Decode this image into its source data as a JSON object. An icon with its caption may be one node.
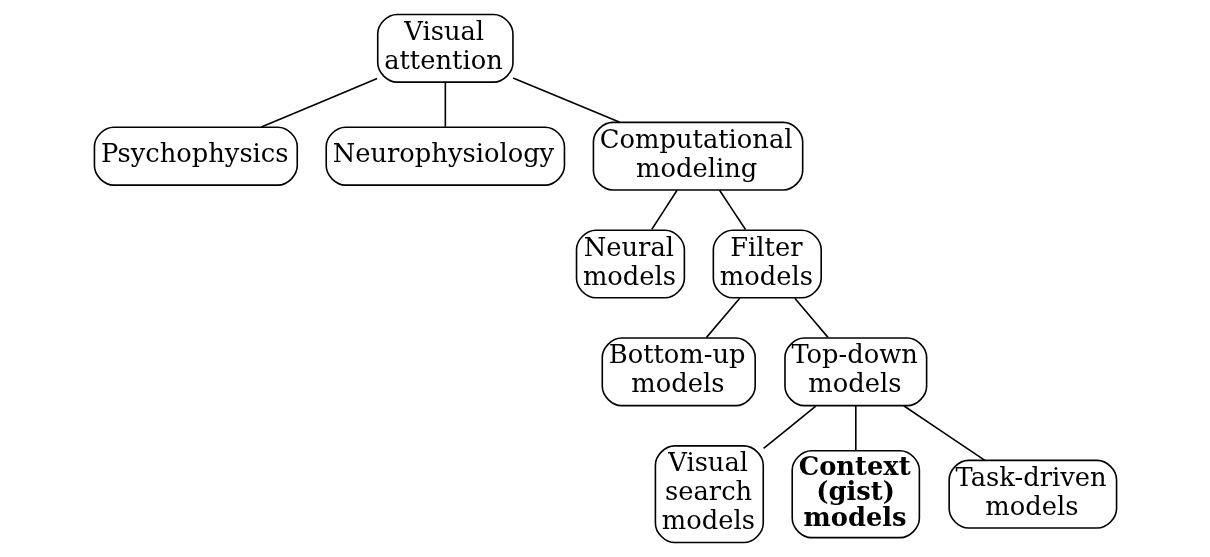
{
  "diagram": {
    "nodes": [
      {
        "text": [
          "Visual attention"
        ]
      },
      {
        "text": [
          "Psychophysics"
        ]
      },
      {
        "text": [
          "Neurophysiology"
        ]
      },
      {
        "text": [
          "Computational modeling"
        ]
      },
      {
        "text": [
          "Neural models"
        ]
      },
      {
        "text": [
          "Filter models"
        ]
      },
      {
        "text": [
          "Bottom-up models"
        ]
      },
      {
        "text": [
          "Top-down models"
        ]
      },
      {
        "text": [
          "Visual search models"
        ]
      },
      {
        "text": [
          "Context (gist) models"
        ]
      },
      {
        "text": [
          "Task-driven models"
        ]
      }
    ],
    "edges": [
      {
        "from": 0,
        "to": 1,
        "arrow": "none"
      },
      {
        "from": 0,
        "to": 2,
        "arrow": "none"
      },
      {
        "from": 0,
        "to": 3,
        "arrow": "none"
      },
      {
        "from": 3,
        "to": 4,
        "arrow": "none"
      },
      {
        "from": 3,
        "to": 5,
        "arrow": "none"
      },
      {
        "from": 5,
        "to": 6,
        "arrow": "none"
      },
      {
        "from": 5,
        "to": 7,
        "arrow": "none"
      },
      {
        "from": 7,
        "to": 8,
        "arrow": "none"
      },
      {
        "from": 7,
        "to": 9,
        "arrow": "none"
      },
      {
        "from": 7,
        "to": 10,
        "arrow": "none"
      }
    ]
  }
}
